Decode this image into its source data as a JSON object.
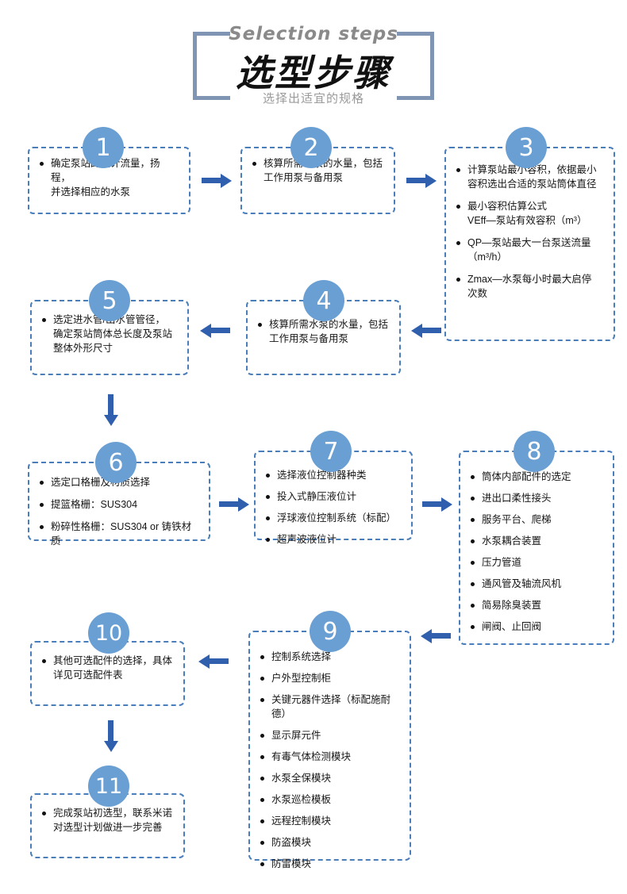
{
  "header": {
    "english_title": "Selection steps",
    "chinese_title": "选型步骤",
    "subtitle": "选择出适宜的规格"
  },
  "colors": {
    "badge_blue": "#6a9fd4",
    "box_border_blue": "#4a7ebb",
    "arrow_blue": "#2f5fad",
    "frame_gray_blue": "#8095b3",
    "subtitle_gray": "#9a9a9a"
  },
  "steps": [
    {
      "number": "1",
      "items": [
        "确定泵站的设计流量，扬程，\n并选择相应的水泵"
      ]
    },
    {
      "number": "2",
      "items": [
        "核算所需水泵的水量，包括\n工作用泵与备用泵"
      ]
    },
    {
      "number": "3",
      "items": [
        "计算泵站最小容积，依据最小\n容积选出合适的泵站筒体直径",
        "最小容积估算公式\nVEff—泵站有效容积（m³）",
        "QP—泵站最大一台泵送流量\n  （m³/h）",
        "Zmax—水泵每小时最大启停\n次数"
      ]
    },
    {
      "number": "4",
      "items": [
        "核算所需水泵的水量，包括\n工作用泵与备用泵"
      ]
    },
    {
      "number": "5",
      "items": [
        "选定进水管/出水管管径，\n确定泵站筒体总长度及泵站\n整体外形尺寸"
      ]
    },
    {
      "number": "6",
      "items": [
        "选定口格栅及材质选择",
        "提篮格栅：SUS304",
        "粉碎性格栅：SUS304 or 铸铁材质"
      ]
    },
    {
      "number": "7",
      "items": [
        "选择液位控制器种类",
        "投入式静压液位计",
        "浮球液位控制系统（标配）",
        "超声波液位计"
      ]
    },
    {
      "number": "8",
      "items": [
        "筒体内部配件的选定",
        "进出口柔性接头",
        "服务平台、爬梯",
        "水泵耦合装置",
        "压力管道",
        "通风管及轴流风机",
        "简易除臭装置",
        "闸阀、止回阀"
      ]
    },
    {
      "number": "9",
      "items": [
        "控制系统选择",
        "户外型控制柜",
        "关键元器件选择（标配施耐德）",
        "显示屏元件",
        "有毒气体检测模块",
        "水泵全保模块",
        "水泵巡检模板",
        "远程控制模块",
        "防盗模块",
        "防雷模块"
      ]
    },
    {
      "number": "10",
      "items": [
        "其他可选配件的选择，具体\n详见可选配件表"
      ]
    },
    {
      "number": "11",
      "items": [
        "完成泵站初选型，联系米诺\n对选型计划做进一步完善"
      ]
    }
  ],
  "arrows": [
    {
      "name": "arrow-step1-to-step2",
      "direction": "right"
    },
    {
      "name": "arrow-step2-to-step3",
      "direction": "right"
    },
    {
      "name": "arrow-step3-to-step4",
      "direction": "left"
    },
    {
      "name": "arrow-step4-to-step5",
      "direction": "left"
    },
    {
      "name": "arrow-step5-to-step6",
      "direction": "down"
    },
    {
      "name": "arrow-step6-to-step7",
      "direction": "right"
    },
    {
      "name": "arrow-step7-to-step8",
      "direction": "right"
    },
    {
      "name": "arrow-step8-to-step9",
      "direction": "left"
    },
    {
      "name": "arrow-step9-to-step10",
      "direction": "left"
    },
    {
      "name": "arrow-step10-to-step11",
      "direction": "down"
    }
  ]
}
